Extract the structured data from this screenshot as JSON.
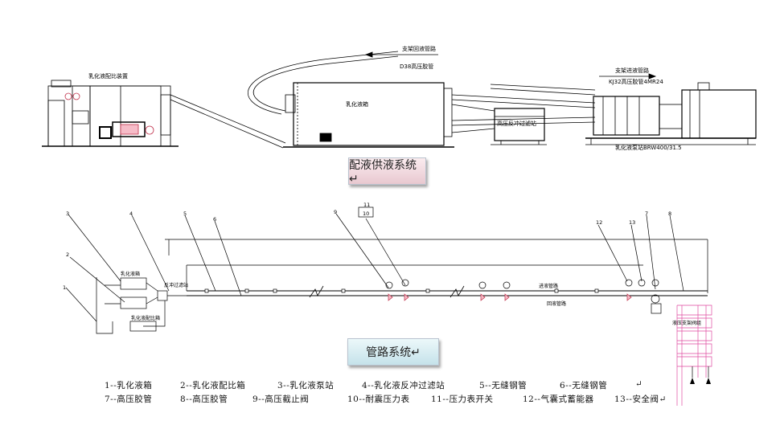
{
  "captions": {
    "supply_system": "配液供液系统↵",
    "pipeline_system": "管路系统↵"
  },
  "top_labels": {
    "mixing_device": "乳化液配比装置",
    "return_pipe": "支架回液管路",
    "hose_return": "D38高压胶管",
    "tank": "乳化液箱",
    "filter_station": "高压反冲过滤站",
    "supply_pipe": "支架进液管路",
    "hose_supply": "KJ32高压胶管4MR24",
    "pump_station": "乳化液泵站BRW400/31.5"
  },
  "pipeline_labels": {
    "tank": "乳化液箱",
    "mixer": "乳化液配比箱",
    "backflush_filter": "反冲过滤站",
    "supply_pipe": "进液管路",
    "return_pipe": "回液管路",
    "support_valve": "液压支架阀组"
  },
  "callouts": [
    "1",
    "2",
    "3",
    "4",
    "5",
    "6",
    "7",
    "8",
    "9",
    "10",
    "11",
    "12",
    "13"
  ],
  "legend": {
    "row1": [
      "1--乳化液箱",
      "2--乳化液配比箱",
      "3--乳化液泵站",
      "4--乳化液反冲过滤站",
      "5--无缝钢管",
      "6--无缝钢管",
      "↵"
    ],
    "row2": [
      "7--高压胶管",
      "8--高压胶管",
      "9--高压截止阀",
      "10--耐震压力表",
      "11--压力表开关",
      "12--气囊式蓄能器",
      "13--安全阀↵"
    ]
  }
}
